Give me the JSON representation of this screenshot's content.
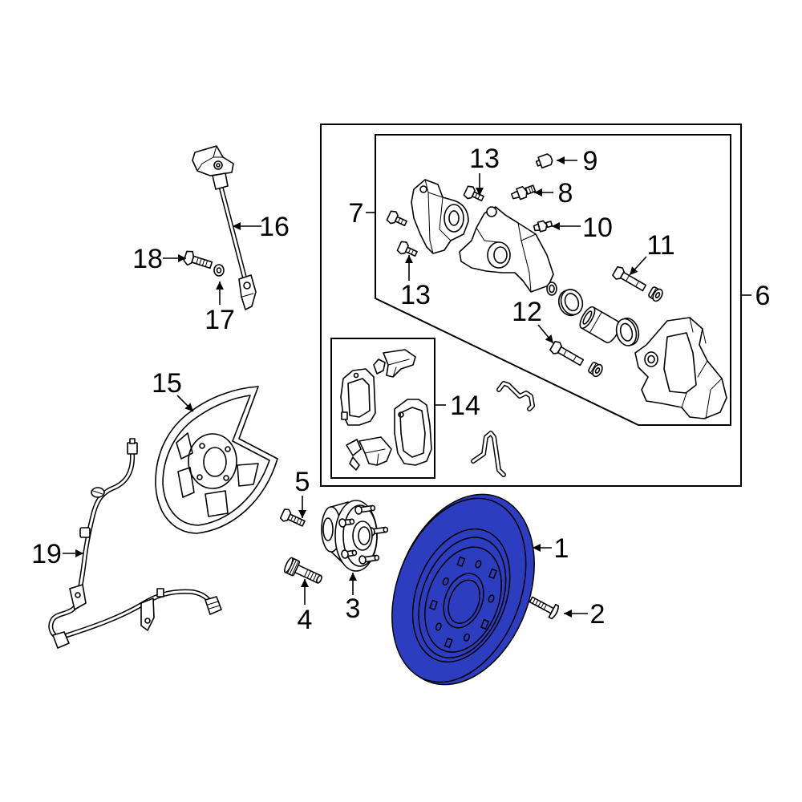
{
  "colors": {
    "highlight": "#2d3dbf",
    "line": "#000000",
    "background": "#ffffff"
  },
  "callouts": {
    "n1": "1",
    "n2": "2",
    "n3": "3",
    "n4": "4",
    "n5": "5",
    "n6": "6",
    "n7": "7",
    "n8": "8",
    "n9": "9",
    "n10": "10",
    "n11": "11",
    "n12": "12",
    "n13_top": "13",
    "n13_bottom": "13",
    "n14": "14",
    "n15": "15",
    "n16": "16",
    "n17": "17",
    "n18": "18",
    "n19": "19"
  }
}
